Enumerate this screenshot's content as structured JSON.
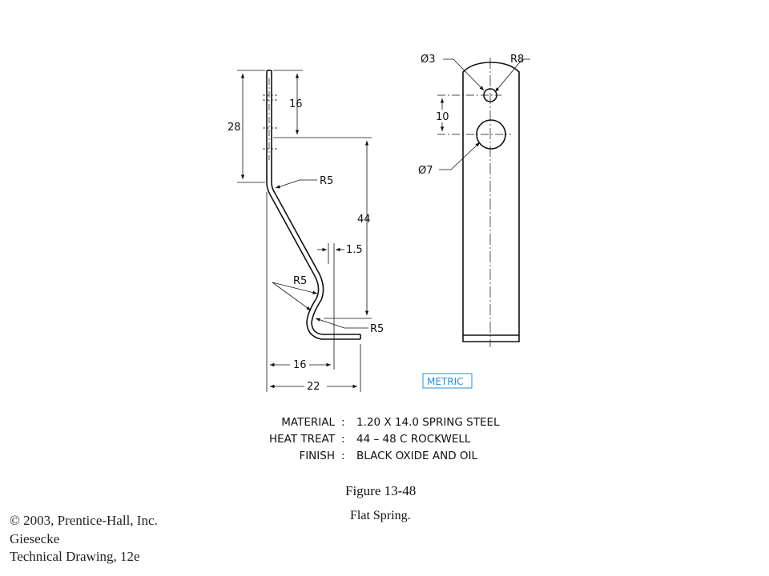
{
  "side_view": {
    "dims": {
      "len_28": "28",
      "len_16_top": "16",
      "radius_top": "R5",
      "len_44": "44",
      "thickness_1_5": "1.5",
      "radius_mid": "R5",
      "radius_bottom": "R5",
      "len_16_bottom": "16",
      "len_22": "22"
    }
  },
  "front_view": {
    "dims": {
      "hole_small": "Ø3",
      "radius_top": "R8",
      "spacing_10": "10",
      "hole_large": "Ø7"
    }
  },
  "metric_label": "METRIC",
  "specs": [
    {
      "label": "MATERIAL",
      "sep": ":",
      "value": "1.20  X 14.0 SPRING STEEL"
    },
    {
      "label": "HEAT  TREAT",
      "sep": ":",
      "value": "44 – 48 C  ROCKWELL"
    },
    {
      "label": "FINISH",
      "sep": ":",
      "value": "BLACK  OXIDE  AND  OIL"
    }
  ],
  "figure": {
    "number": "Figure 13-48",
    "title": "Flat Spring."
  },
  "credits": [
    "© 2003, Prentice-Hall, Inc.",
    "Giesecke",
    "Technical Drawing, 12e"
  ],
  "colors": {
    "line": "#111111",
    "metric_accent": "#2a8fd6"
  }
}
